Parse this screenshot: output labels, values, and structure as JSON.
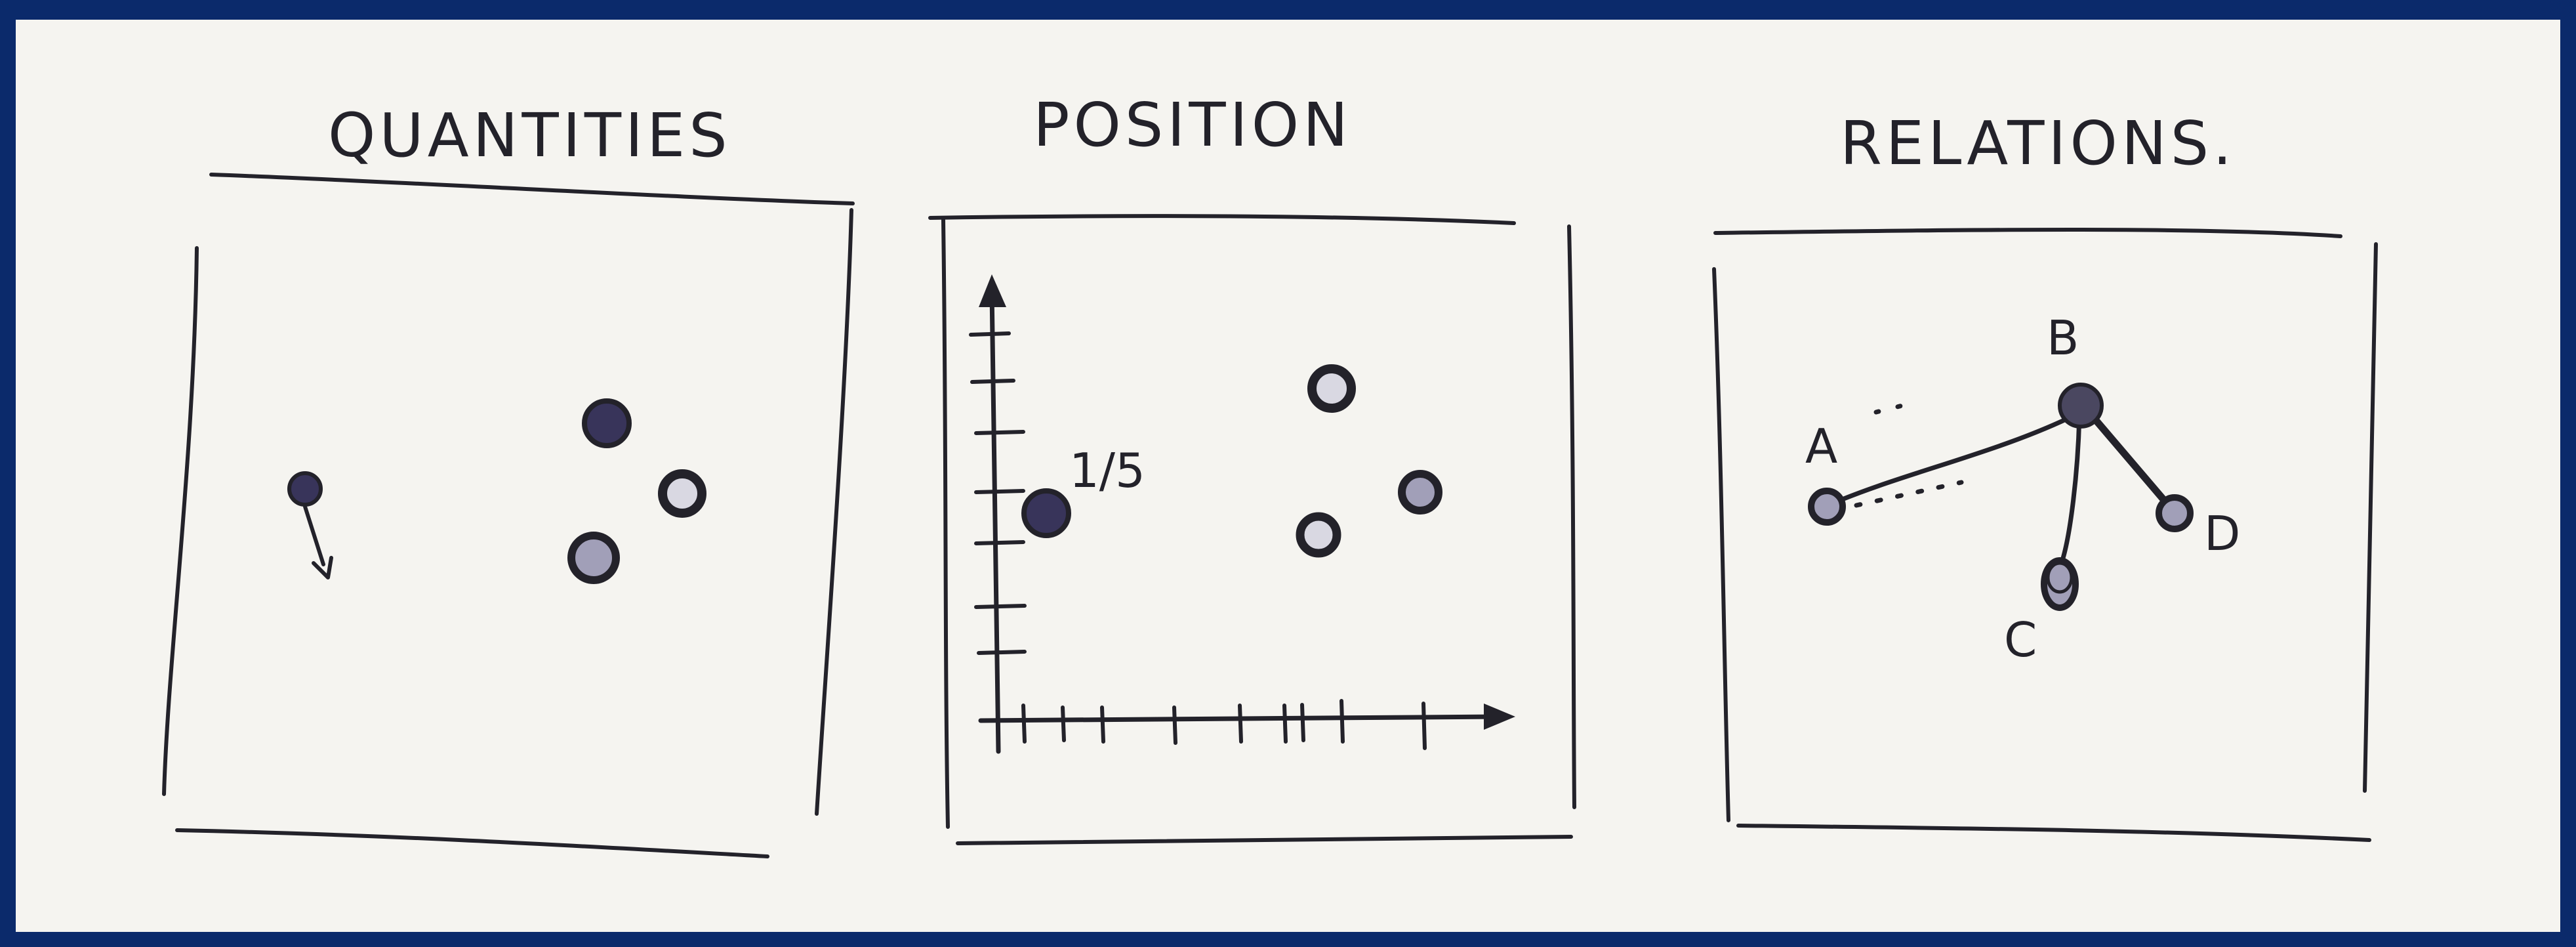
{
  "panels": [
    {
      "title": "QUANTITIES"
    },
    {
      "title": "POSITION",
      "axis_label": "1/5"
    },
    {
      "title": "RELATIONS.",
      "nodes": [
        "A",
        "B",
        "C",
        "D"
      ]
    }
  ],
  "colors": {
    "frame": "#0b2a6b",
    "paper": "#f5f4f0",
    "ink": "#23222a"
  }
}
